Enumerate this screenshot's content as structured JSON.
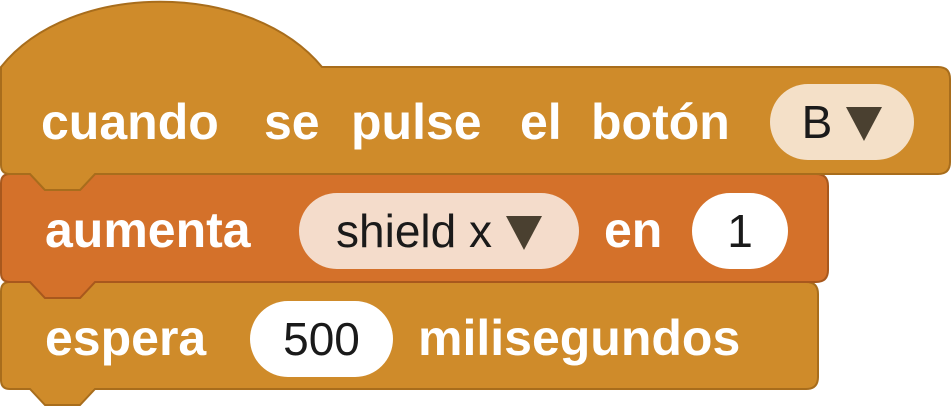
{
  "blocks": {
    "hat": {
      "word1": "cuando",
      "word2": "se",
      "word3": "pulse",
      "word4": "el",
      "word5": "botón",
      "button_value": "B",
      "color": "#cf8b2a"
    },
    "change": {
      "label": "aumenta",
      "variable": "shield x",
      "en_label": "en",
      "amount": "1",
      "color": "#d4712a"
    },
    "wait": {
      "label": "espera",
      "duration": "500",
      "unit_label": "milisegundos",
      "color": "#cf8b2a"
    }
  },
  "icons": {
    "dropdown": "dropdown-arrow-icon"
  }
}
